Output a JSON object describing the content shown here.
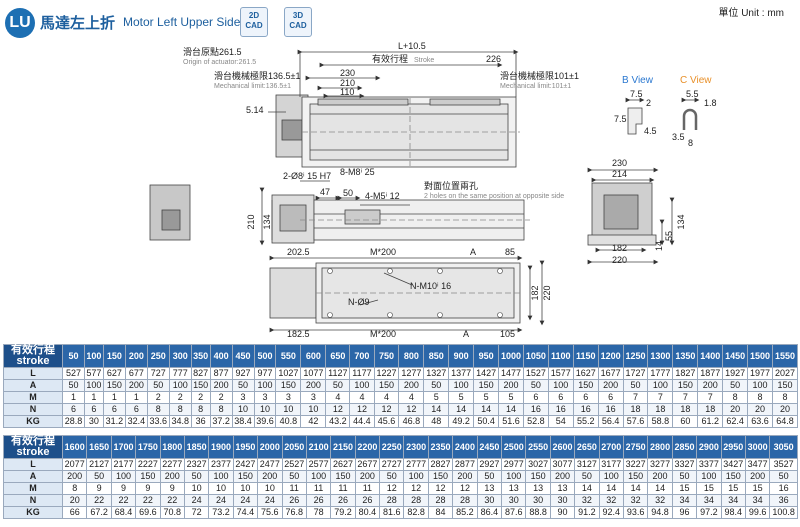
{
  "header": {
    "badge": "LU",
    "title_cn": "馬達左上折",
    "title_en": "Motor Left Upper Side",
    "cad2d": [
      "2D",
      "CAD"
    ],
    "cad3d": [
      "3D",
      "CAD"
    ],
    "unit": "單位 Unit : mm"
  },
  "drawing": {
    "top": {
      "l_total": "L+10.5",
      "stroke_cn": "有效行程",
      "stroke_en": "Stroke",
      "d226": "226",
      "origin_cn": "滑台原點261.5",
      "origin_en": "Origin of actuator:261.5",
      "mech1_cn": "滑台機械極限136.5±1",
      "mech1_en": "Mechanical limit:136.5±1",
      "mech2_cn": "滑台機械極限101±1",
      "mech2_en": "Mechanical limit:101±1",
      "d230": "230",
      "d210": "210",
      "d110": "110",
      "d514": "5.14"
    },
    "bview": {
      "title": "B View",
      "d75a": "7.5",
      "d2": "2",
      "d75b": "7.5",
      "d45": "4.5"
    },
    "cview": {
      "title": "C View",
      "d55": "5.5",
      "d18": "1.8",
      "d35": "3.5",
      "d8": "8"
    },
    "side": {
      "d8holes": "2-Ø8ⁱ 15 H7",
      "m8": "8-M8ⁱ 25",
      "d47": "47",
      "d50": "50",
      "m5": "4-M5ⁱ 12",
      "opp_cn": "對面位置兩孔",
      "opp_en": "2 holes on the same position at opposite side",
      "d210": "210",
      "d134": "134"
    },
    "end": {
      "d230": "230",
      "d214": "214",
      "d134": "134",
      "d55": "55",
      "d14": "14",
      "d182": "182",
      "d220": "220"
    },
    "bottom": {
      "d2025": "202.5",
      "m200a": "M*200",
      "a1": "A",
      "d85": "85",
      "nm10": "N-M10ⁱ 16",
      "n9": "N-Ø9",
      "d1825": "182.5",
      "m200b": "M*200",
      "a2": "A",
      "d105": "105",
      "d182": "182",
      "d220": "220"
    }
  },
  "table1": {
    "head_label": [
      "有效行程",
      "stroke"
    ],
    "stroke": [
      "50",
      "100",
      "150",
      "200",
      "250",
      "300",
      "350",
      "400",
      "450",
      "500",
      "550",
      "600",
      "650",
      "700",
      "750",
      "800",
      "850",
      "900",
      "950",
      "1000",
      "1050",
      "1100",
      "1150",
      "1200",
      "1250",
      "1300",
      "1350",
      "1400",
      "1450",
      "1500",
      "1550"
    ],
    "rows": [
      {
        "label": "L",
        "values": [
          "527",
          "577",
          "627",
          "677",
          "727",
          "777",
          "827",
          "877",
          "927",
          "977",
          "1027",
          "1077",
          "1127",
          "1177",
          "1227",
          "1277",
          "1327",
          "1377",
          "1427",
          "1477",
          "1527",
          "1577",
          "1627",
          "1677",
          "1727",
          "1777",
          "1827",
          "1877",
          "1927",
          "1977",
          "2027"
        ]
      },
      {
        "label": "A",
        "values": [
          "50",
          "100",
          "150",
          "200",
          "50",
          "100",
          "150",
          "200",
          "50",
          "100",
          "150",
          "200",
          "50",
          "100",
          "150",
          "200",
          "50",
          "100",
          "150",
          "200",
          "50",
          "100",
          "150",
          "200",
          "50",
          "100",
          "150",
          "200",
          "50",
          "100",
          "150"
        ]
      },
      {
        "label": "M",
        "values": [
          "1",
          "1",
          "1",
          "1",
          "2",
          "2",
          "2",
          "2",
          "3",
          "3",
          "3",
          "3",
          "4",
          "4",
          "4",
          "4",
          "5",
          "5",
          "5",
          "5",
          "6",
          "6",
          "6",
          "6",
          "7",
          "7",
          "7",
          "7",
          "8",
          "8",
          "8"
        ]
      },
      {
        "label": "N",
        "values": [
          "6",
          "6",
          "6",
          "6",
          "8",
          "8",
          "8",
          "8",
          "10",
          "10",
          "10",
          "10",
          "12",
          "12",
          "12",
          "12",
          "14",
          "14",
          "14",
          "14",
          "16",
          "16",
          "16",
          "16",
          "18",
          "18",
          "18",
          "18",
          "20",
          "20",
          "20"
        ]
      },
      {
        "label": "KG",
        "values": [
          "28.8",
          "30",
          "31.2",
          "32.4",
          "33.6",
          "34.8",
          "36",
          "37.2",
          "38.4",
          "39.6",
          "40.8",
          "42",
          "43.2",
          "44.4",
          "45.6",
          "46.8",
          "48",
          "49.2",
          "50.4",
          "51.6",
          "52.8",
          "54",
          "55.2",
          "56.4",
          "57.6",
          "58.8",
          "60",
          "61.2",
          "62.4",
          "63.6",
          "64.8"
        ]
      }
    ]
  },
  "table2": {
    "head_label": [
      "有效行程",
      "stroke"
    ],
    "stroke": [
      "1600",
      "1650",
      "1700",
      "1750",
      "1800",
      "1850",
      "1900",
      "1950",
      "2000",
      "2050",
      "2100",
      "2150",
      "2200",
      "2250",
      "2300",
      "2350",
      "2400",
      "2450",
      "2500",
      "2550",
      "2600",
      "2650",
      "2700",
      "2750",
      "2800",
      "2850",
      "2900",
      "2950",
      "3000",
      "3050"
    ],
    "rows": [
      {
        "label": "L",
        "values": [
          "2077",
          "2127",
          "2177",
          "2227",
          "2277",
          "2327",
          "2377",
          "2427",
          "2477",
          "2527",
          "2577",
          "2627",
          "2677",
          "2727",
          "2777",
          "2827",
          "2877",
          "2927",
          "2977",
          "3027",
          "3077",
          "3127",
          "3177",
          "3227",
          "3277",
          "3327",
          "3377",
          "3427",
          "3477",
          "3527"
        ]
      },
      {
        "label": "A",
        "values": [
          "200",
          "50",
          "100",
          "150",
          "200",
          "50",
          "100",
          "150",
          "200",
          "50",
          "100",
          "150",
          "200",
          "50",
          "100",
          "150",
          "200",
          "50",
          "100",
          "150",
          "200",
          "50",
          "100",
          "150",
          "200",
          "50",
          "100",
          "150",
          "200",
          "50"
        ]
      },
      {
        "label": "M",
        "values": [
          "8",
          "9",
          "9",
          "9",
          "9",
          "10",
          "10",
          "10",
          "10",
          "11",
          "11",
          "11",
          "11",
          "12",
          "12",
          "12",
          "12",
          "13",
          "13",
          "13",
          "13",
          "14",
          "14",
          "14",
          "14",
          "15",
          "15",
          "15",
          "15",
          "16"
        ]
      },
      {
        "label": "N",
        "values": [
          "20",
          "22",
          "22",
          "22",
          "22",
          "24",
          "24",
          "24",
          "24",
          "26",
          "26",
          "26",
          "26",
          "28",
          "28",
          "28",
          "28",
          "30",
          "30",
          "30",
          "30",
          "32",
          "32",
          "32",
          "32",
          "34",
          "34",
          "34",
          "34",
          "36"
        ]
      },
      {
        "label": "KG",
        "values": [
          "66",
          "67.2",
          "68.4",
          "69.6",
          "70.8",
          "72",
          "73.2",
          "74.4",
          "75.6",
          "76.8",
          "78",
          "79.2",
          "80.4",
          "81.6",
          "82.8",
          "84",
          "85.2",
          "86.4",
          "87.6",
          "88.8",
          "90",
          "91.2",
          "92.4",
          "93.6",
          "94.8",
          "96",
          "97.2",
          "98.4",
          "99.6",
          "100.8"
        ]
      }
    ]
  }
}
